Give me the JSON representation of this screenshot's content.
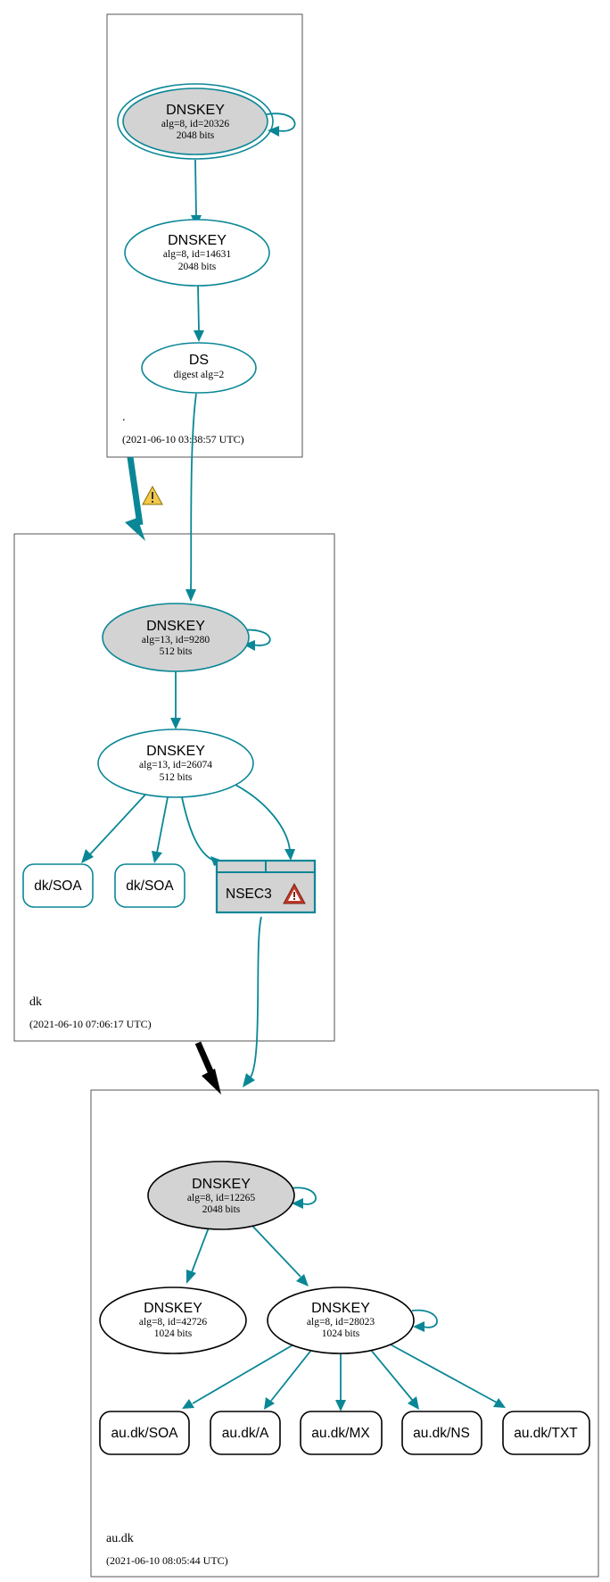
{
  "colors": {
    "secure": "#0a8796",
    "ksk_fill": "#d3d3d3",
    "insecure": "#000000",
    "warning_fill": "#f2c94c",
    "error_fill": "#c0392b",
    "white": "#ffffff"
  },
  "zones": {
    "root": {
      "name": ".",
      "timestamp": "(2021-06-10 03:38:57 UTC)",
      "ksk": {
        "title": "DNSKEY",
        "detail": "alg=8, id=20326",
        "size": "2048 bits"
      },
      "zsk": {
        "title": "DNSKEY",
        "detail": "alg=8, id=14631",
        "size": "2048 bits"
      },
      "ds": {
        "title": "DS",
        "detail": "digest alg=2"
      }
    },
    "dk": {
      "name": "dk",
      "timestamp": "(2021-06-10 07:06:17 UTC)",
      "ksk": {
        "title": "DNSKEY",
        "detail": "alg=13, id=9280",
        "size": "512 bits"
      },
      "zsk": {
        "title": "DNSKEY",
        "detail": "alg=13, id=26074",
        "size": "512 bits"
      },
      "rrsets": [
        "dk/SOA",
        "dk/SOA"
      ],
      "nsec3": {
        "label": "NSEC3",
        "icon": "error-icon"
      }
    },
    "au_dk": {
      "name": "au.dk",
      "timestamp": "(2021-06-10 08:05:44 UTC)",
      "ksk": {
        "title": "DNSKEY",
        "detail": "alg=8, id=12265",
        "size": "2048 bits"
      },
      "key_a": {
        "title": "DNSKEY",
        "detail": "alg=8, id=42726",
        "size": "1024 bits"
      },
      "key_b": {
        "title": "DNSKEY",
        "detail": "alg=8, id=28023",
        "size": "1024 bits"
      },
      "rrsets": [
        "au.dk/SOA",
        "au.dk/A",
        "au.dk/MX",
        "au.dk/NS",
        "au.dk/TXT"
      ]
    }
  },
  "delegation_warning_icon": "warning-icon"
}
